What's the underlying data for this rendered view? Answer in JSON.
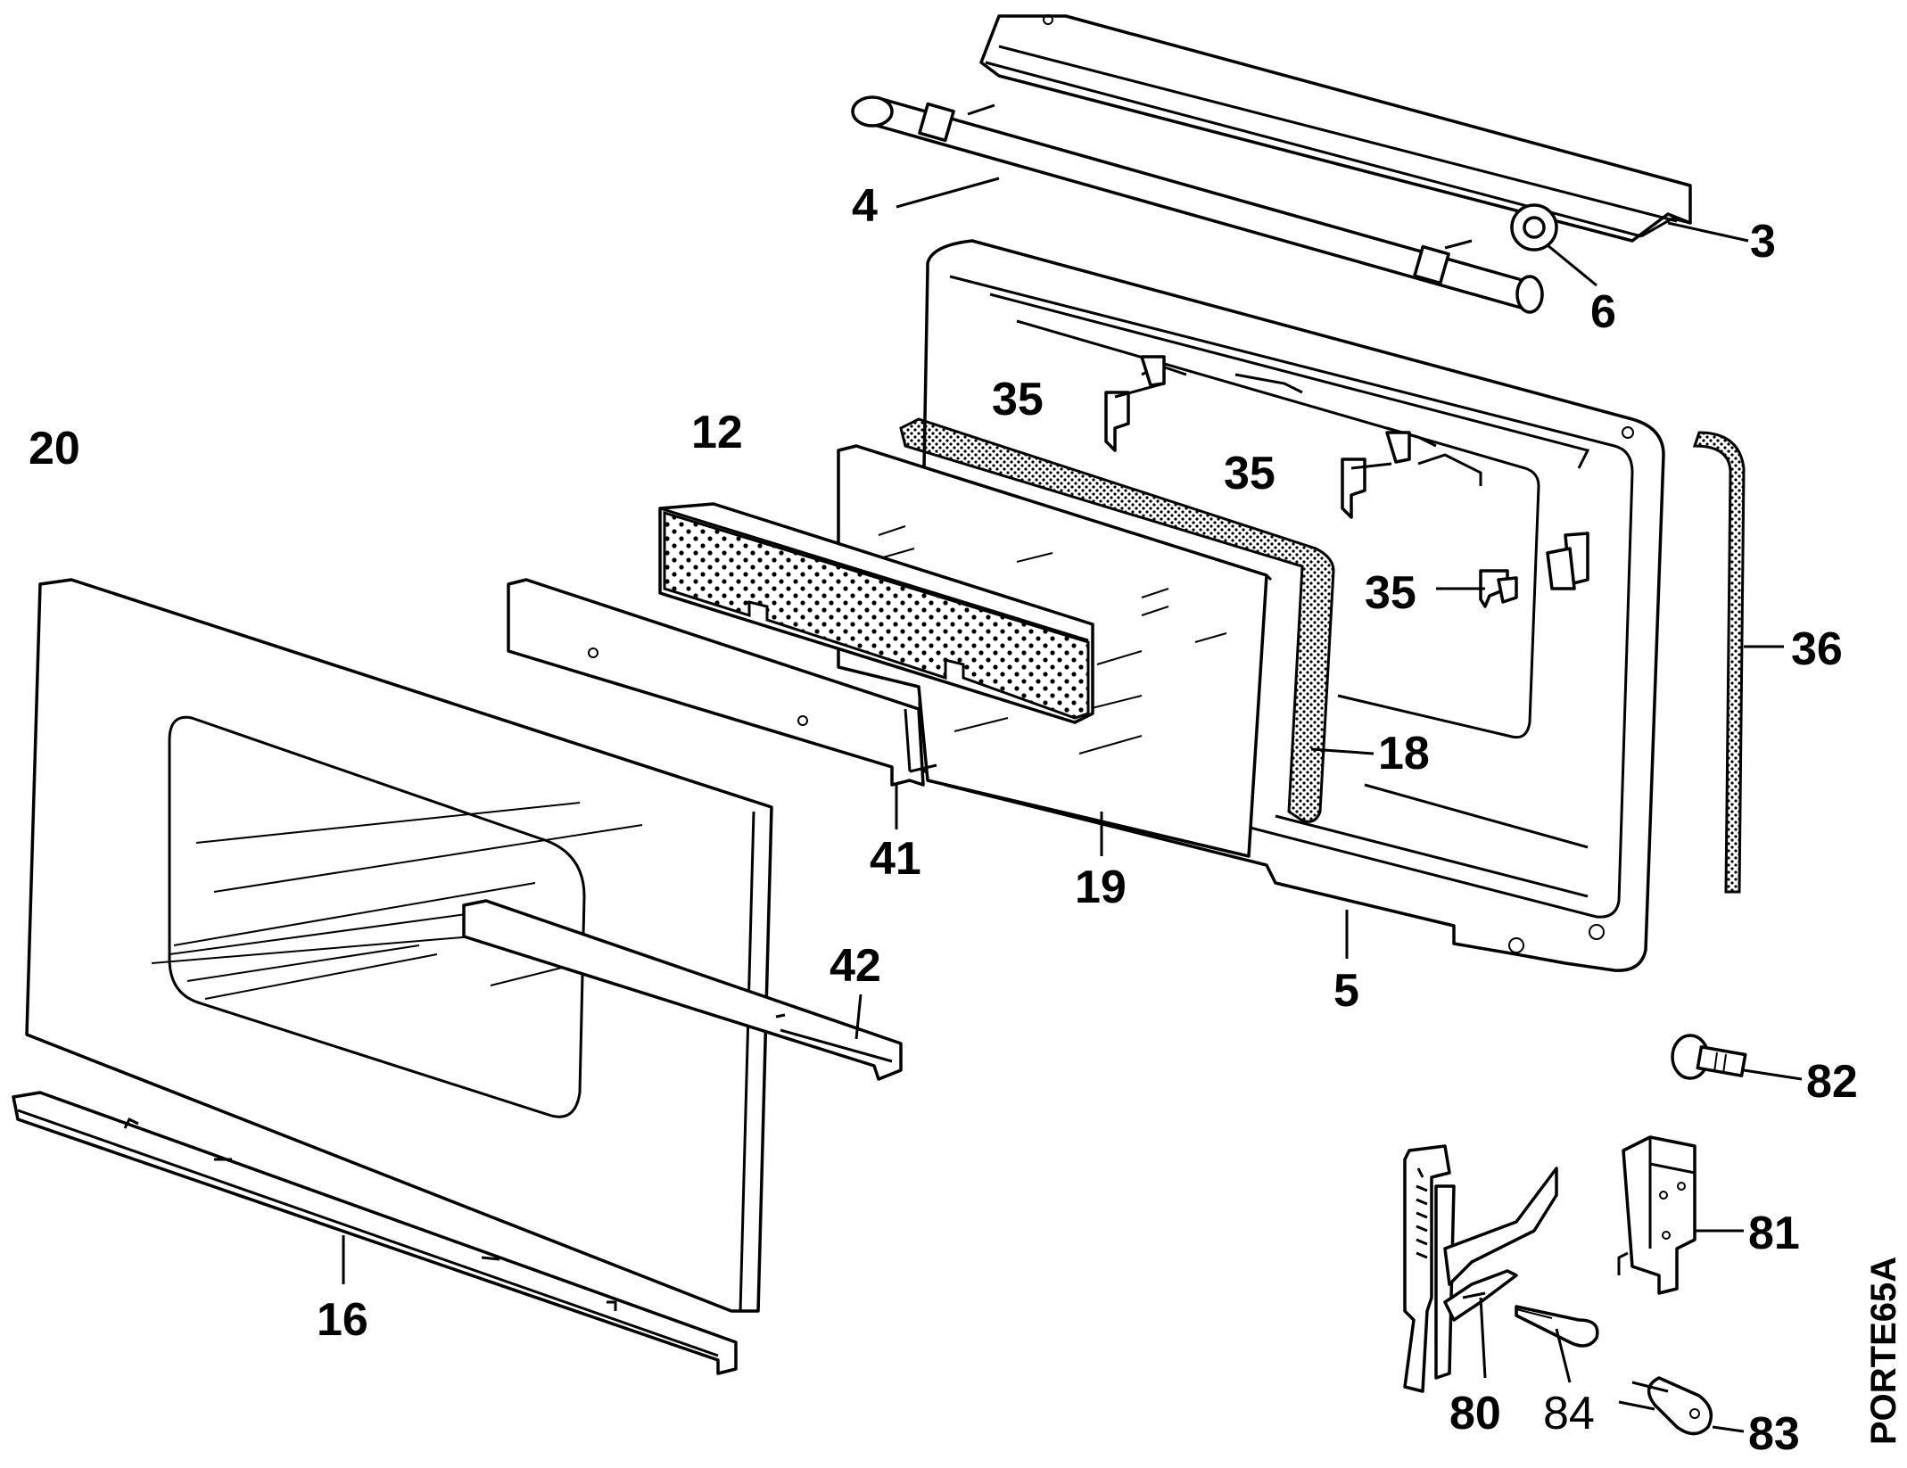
{
  "callouts": [
    {
      "id": "3",
      "text": "3"
    },
    {
      "id": "4",
      "text": "4"
    },
    {
      "id": "5",
      "text": "5"
    },
    {
      "id": "6",
      "text": "6"
    },
    {
      "id": "12",
      "text": "12"
    },
    {
      "id": "16",
      "text": "16"
    },
    {
      "id": "18",
      "text": "18"
    },
    {
      "id": "19",
      "text": "19"
    },
    {
      "id": "20",
      "text": "20"
    },
    {
      "id": "35a",
      "text": "35"
    },
    {
      "id": "35b",
      "text": "35"
    },
    {
      "id": "35c",
      "text": "35"
    },
    {
      "id": "36",
      "text": "36"
    },
    {
      "id": "41",
      "text": "41"
    },
    {
      "id": "42",
      "text": "42"
    },
    {
      "id": "80",
      "text": "80"
    },
    {
      "id": "81",
      "text": "81"
    },
    {
      "id": "82",
      "text": "82"
    },
    {
      "id": "83",
      "text": "83"
    },
    {
      "id": "84",
      "text": "84"
    }
  ],
  "drawing_code": "PORTE65A"
}
